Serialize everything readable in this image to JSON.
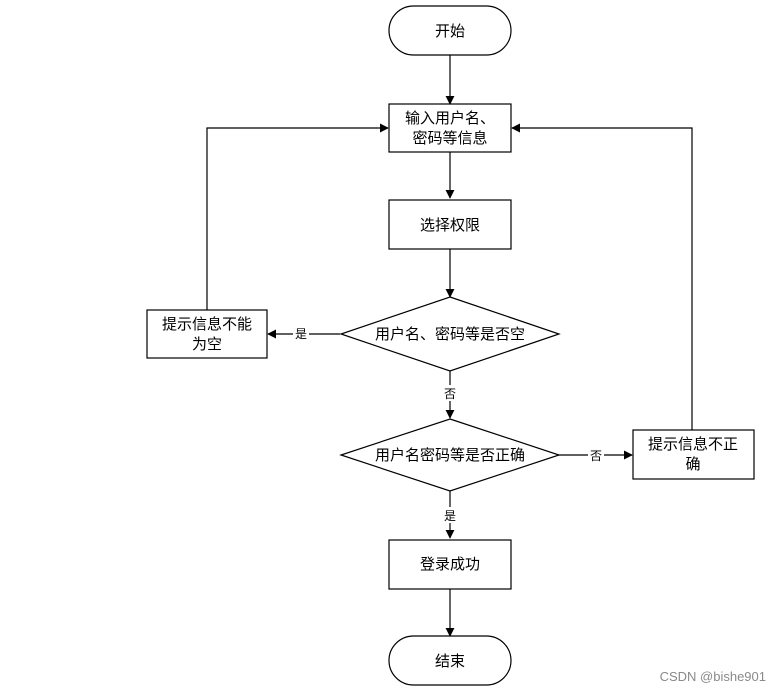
{
  "flowchart": {
    "nodes": {
      "start": "开始",
      "input_line1": "输入用户名、",
      "input_line2": "密码等信息",
      "select": "选择权限",
      "check_empty": "用户名、密码等是否空",
      "empty_msg_line1": "提示信息不能",
      "empty_msg_line2": "为空",
      "check_correct": "用户名密码等是否正确",
      "wrong_msg_line1": "提示信息不正",
      "wrong_msg_line2": "确",
      "success": "登录成功",
      "end": "结束"
    },
    "edge_labels": {
      "empty_yes": "是",
      "empty_no": "否",
      "correct_no": "否",
      "correct_yes": "是"
    }
  },
  "watermark": "CSDN @bishe901"
}
